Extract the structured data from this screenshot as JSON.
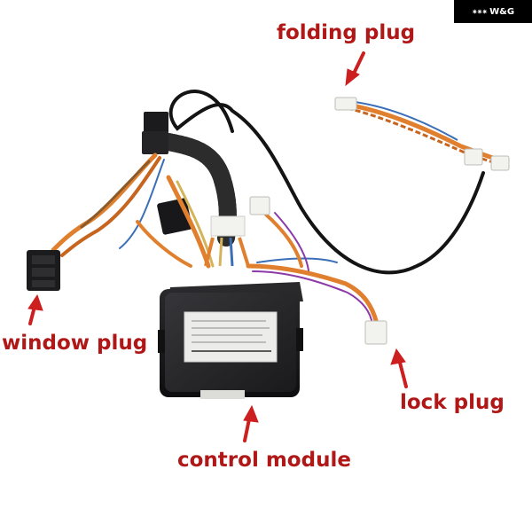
{
  "watermark": {
    "text": "W&G",
    "mark": "✷✷✷"
  },
  "callouts": {
    "folding_plug": "folding plug",
    "window_plug": "window plug",
    "lock_plug": "lock plug",
    "control_module": "control module"
  },
  "colors": {
    "callout_text": "#b01818",
    "arrow": "#cc1f1f",
    "module_body": "#1e1e20",
    "cable_black": "#141414",
    "wire_orange": "#e0802f",
    "connector_white": "#f2f2ee"
  }
}
